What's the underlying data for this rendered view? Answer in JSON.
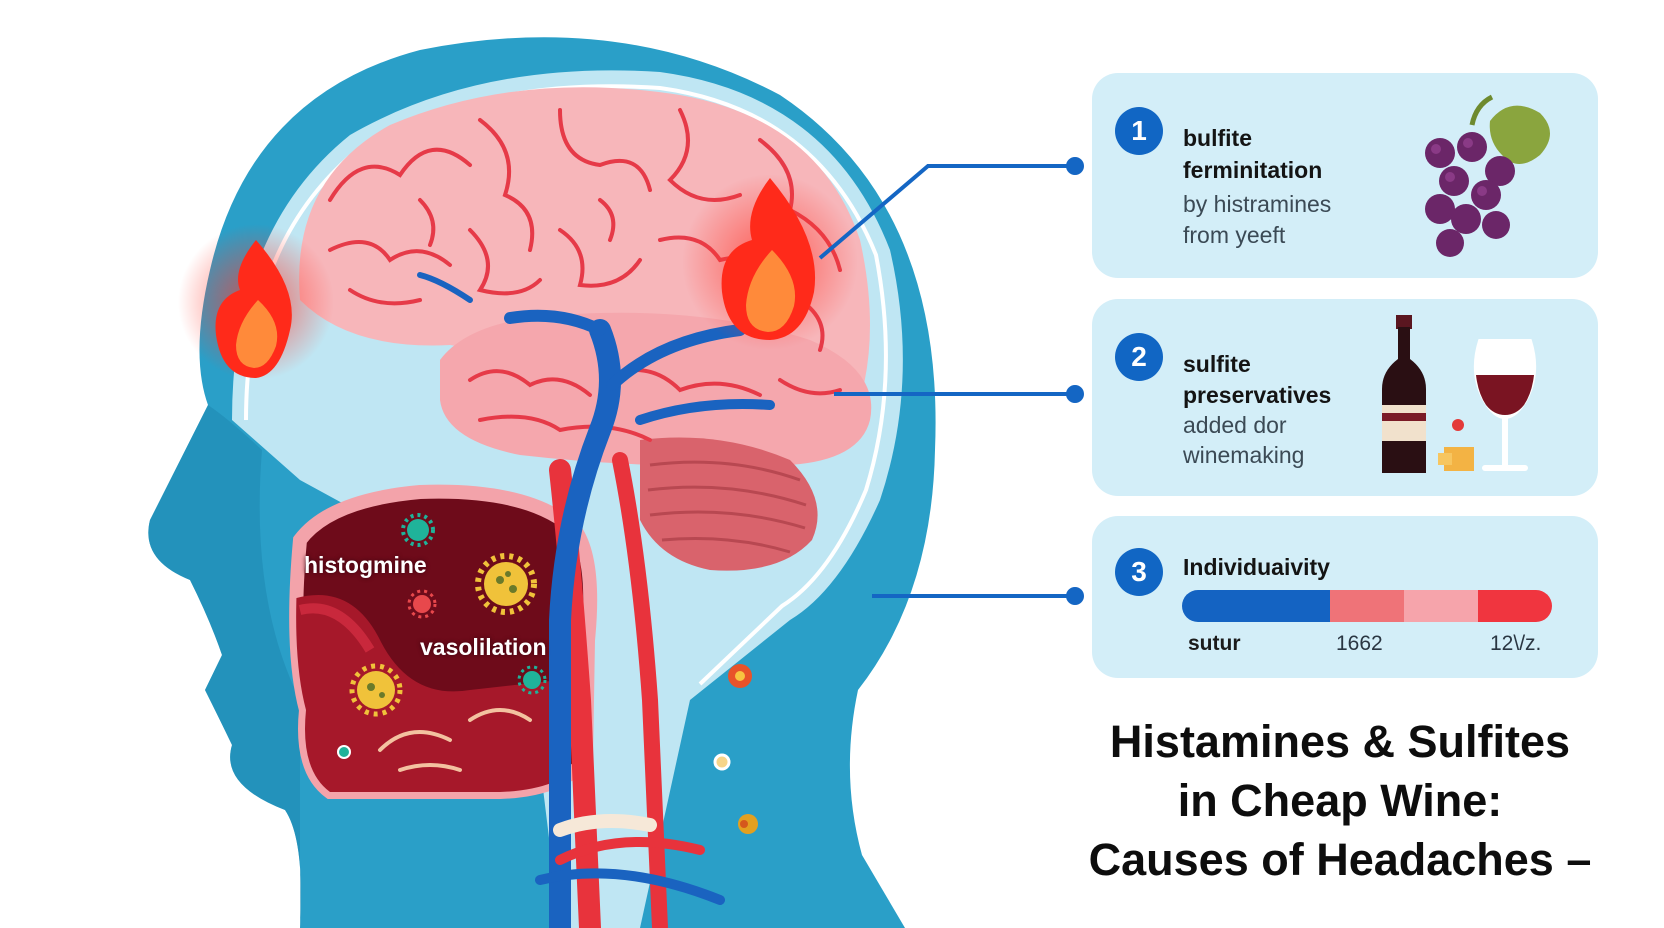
{
  "title_lines": [
    "Histamines & Sulfites",
    "in Cheap Wine:",
    "Causes of Headaches –"
  ],
  "diagram_labels": {
    "throat_histamine": "histogmine",
    "throat_vasodilation": "vasolilation"
  },
  "cards": [
    {
      "number": "1",
      "lines": [
        "bulfite",
        "ferminitation",
        "by histramines",
        "from yeeft"
      ],
      "icon": "grapes-icon"
    },
    {
      "number": "2",
      "lines": [
        "sulfite",
        "preservatives",
        "added dor",
        "winemaking"
      ],
      "icon": "wine-bottle-glass-icon"
    },
    {
      "number": "3",
      "lines": [
        "Individuaivity"
      ],
      "scale_labels": [
        "sutur",
        "1662",
        "12\\/z."
      ],
      "scale_segments": [
        {
          "fraction": 0.4,
          "color": "#1463c2"
        },
        {
          "fraction": 0.2,
          "color": "#ef7378"
        },
        {
          "fraction": 0.2,
          "color": "#f6a4ab"
        },
        {
          "fraction": 0.2,
          "color": "#f0353f"
        }
      ]
    }
  ],
  "colors": {
    "head": "#2a9fc8",
    "brain": "#f7b6ba",
    "brain_folds": "#e63a48",
    "artery": "#e8333c",
    "vein": "#1a63c0",
    "inflammation": "#ff2a1a",
    "card_bg": "#d3eef8",
    "badge": "#1166c4"
  }
}
